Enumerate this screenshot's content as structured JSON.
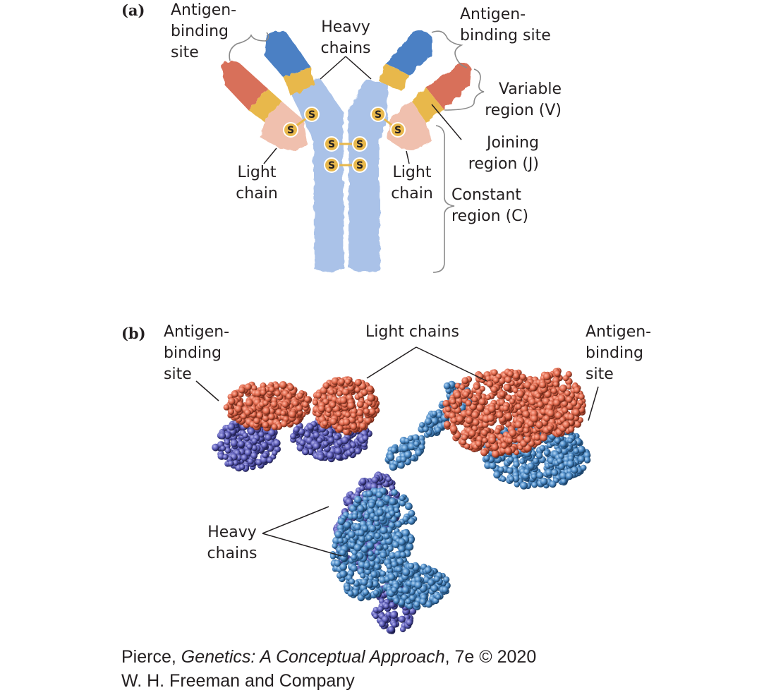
{
  "panel_a": {
    "letter": "(a)",
    "labels": {
      "antigen_site_left": "Antigen-\nbinding\nsite",
      "heavy_chains": "Heavy\nchains",
      "antigen_site_right": "Antigen-\nbinding site",
      "variable_region": "Variable\nregion (V)",
      "joining_region": "Joining\nregion (J)",
      "light_chain_left": "Light\nchain",
      "light_chain_right": "Light\nchain",
      "constant_region": "Constant\nregion (C)"
    },
    "disulfide_symbol": "S",
    "colors": {
      "heavy_chain": "#aac2e8",
      "variable_light": "#d8705a",
      "variable_heavy": "#4c80c4",
      "joining": "#e8b84c",
      "constant_light": "#f0c0ae",
      "disulfide_bond": "#e8b84c"
    }
  },
  "panel_b": {
    "letter": "(b)",
    "labels": {
      "antigen_site_left": "Antigen-\nbinding\nsite",
      "light_chains": "Light chains",
      "antigen_site_right": "Antigen-\nbinding\nsite",
      "heavy_chains": "Heavy\nchains"
    },
    "colors": {
      "light_chain": "#e0684c",
      "heavy_chain_1": "#5c5cb8",
      "heavy_chain_2": "#4a88c4"
    }
  },
  "credit": {
    "author": "Pierce, ",
    "title": "Genetics: A Conceptual Approach",
    "edition": ", 7e © 2020",
    "publisher": "W. H. Freeman and Company"
  }
}
